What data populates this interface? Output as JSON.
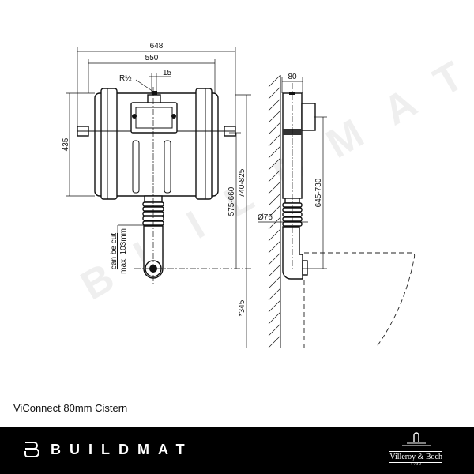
{
  "drawing": {
    "dimensions": {
      "overall_width": "648",
      "frame_width": "550",
      "thread": "R½",
      "thread_offset": "15",
      "height": "435",
      "range_outlet_low": "575-660",
      "range_outlet_high": "740-825",
      "floor_height": "*345",
      "depth": "80",
      "side_range": "645-730",
      "pipe_diameter": "Ø76"
    },
    "cut_note": [
      "can be cut",
      "max. 103mm"
    ],
    "watermark": "BUILDMAT"
  },
  "caption": "ViConnect 80mm Cistern",
  "footer": {
    "brand": "BUILDMAT",
    "partner_logo": "Villeroy & Boch",
    "partner_year": "1748",
    "background": "#000000"
  }
}
